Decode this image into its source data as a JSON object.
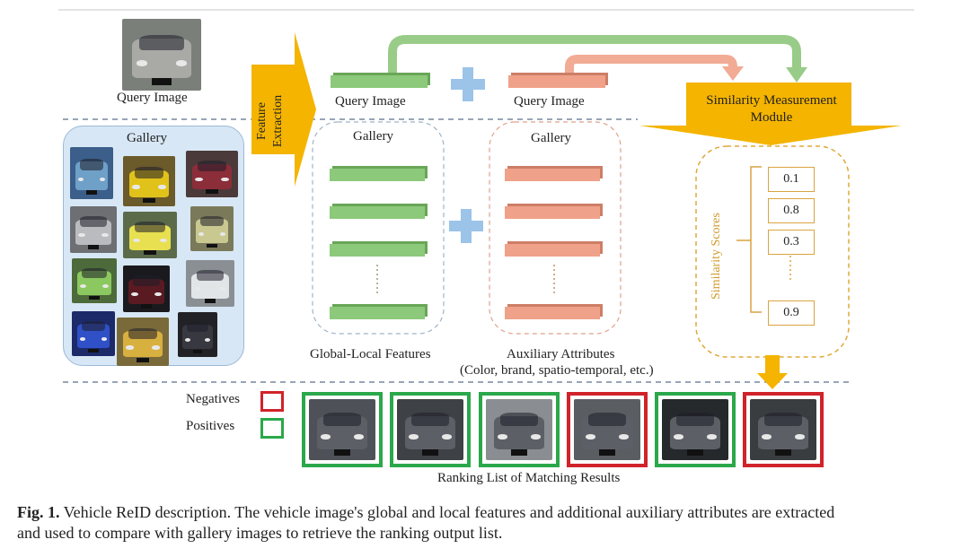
{
  "query": {
    "label": "Query Image"
  },
  "gallery": {
    "label": "Gallery"
  },
  "feature_extraction": {
    "line1": "Feature",
    "line2": "Extraction"
  },
  "global_local": {
    "query_label": "Query Image",
    "gallery_label": "Gallery",
    "caption": "Global-Local Features",
    "color": "#8cc97a"
  },
  "auxiliary": {
    "query_label": "Query Image",
    "gallery_label": "Gallery",
    "caption_line1": "Auxiliary Attributes",
    "caption_line2": "(Color, brand, spatio-temporal, etc.)",
    "color": "#f0a189"
  },
  "similarity_module": {
    "line1": "Similarity Measurement",
    "line2": "Module",
    "color": "#f4b400"
  },
  "similarity_scores": {
    "label": "Similarity Scores",
    "values": [
      "0.1",
      "0.8",
      "0.3",
      "0.9"
    ]
  },
  "legend": {
    "negatives": {
      "label": "Negatives",
      "color": "#d0232a"
    },
    "positives": {
      "label": "Positives",
      "color": "#2aa84a"
    }
  },
  "ranking": {
    "label": "Ranking List of Matching Results",
    "results": [
      "positive",
      "positive",
      "positive",
      "negative",
      "positive",
      "negative"
    ]
  },
  "caption": {
    "prefix": "Fig. 1.",
    "line1": " Vehicle ReID description. The vehicle image's global and local features and additional auxiliary attributes are extracted",
    "line2": "and used to compare with gallery images to retrieve the ranking output list."
  }
}
